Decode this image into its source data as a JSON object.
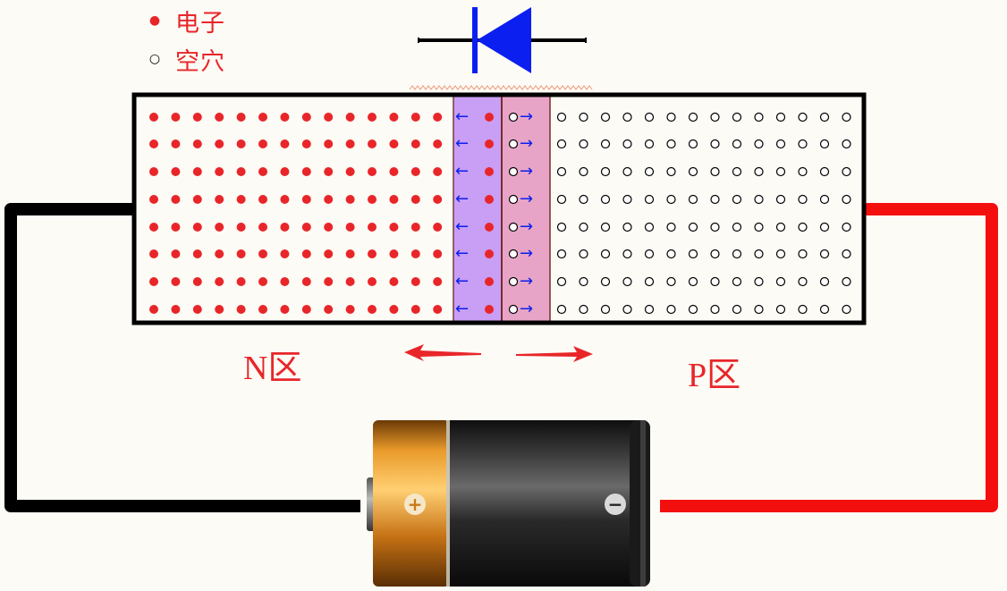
{
  "legend": {
    "electron_label": "电子",
    "hole_label": "空穴",
    "electron_symbol": "●",
    "hole_symbol": "○"
  },
  "regions": {
    "n_label": "N区",
    "p_label": "P区"
  },
  "junction": {
    "left_arrow": "←",
    "right_arrow": "→"
  },
  "battery": {
    "positive_symbol": "+",
    "negative_symbol": "−"
  },
  "colors": {
    "electron": "#e8262a",
    "wire_negative": "#000000",
    "wire_positive": "#f40f0f",
    "depletion_n": "#c99ef5",
    "depletion_p": "#e8a4c6",
    "diode": "#0a1ff0",
    "arrow": "#0a1ff0",
    "label": "#e8262a"
  },
  "icons": [
    "diode-symbol-icon",
    "battery-icon",
    "electron-dot-icon",
    "hole-circle-icon"
  ]
}
